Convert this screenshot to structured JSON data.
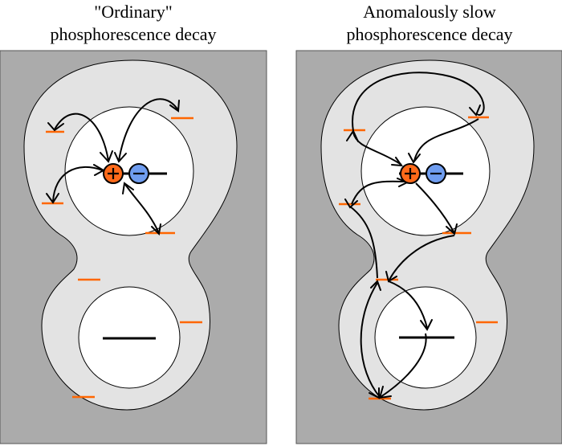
{
  "panels": [
    {
      "id": "ordinary",
      "title_lines": [
        "\"Ordinary\"",
        "phosphorescence decay"
      ]
    },
    {
      "id": "anomalous",
      "title_lines": [
        "Anomalously slow",
        "phosphorescence decay"
      ]
    }
  ],
  "colors": {
    "panel_background": "#ababab",
    "outer_zone": "#e3e3e3",
    "core": "#ffffff",
    "trap_level": "#ff6600",
    "hole": "#ff6a1a",
    "electron": "#6f9df0",
    "arrow": "#000000"
  },
  "symbols": {
    "hole_sign": "+",
    "electron_sign": "-"
  }
}
